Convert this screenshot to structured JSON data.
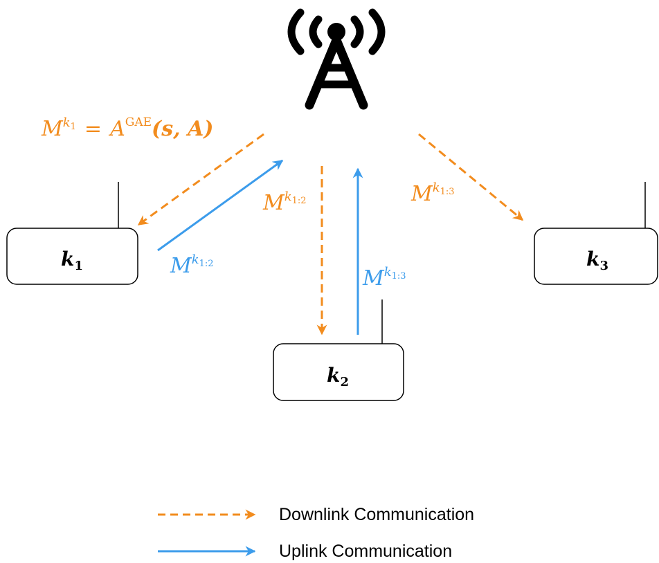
{
  "colors": {
    "downlink": "#F28C1E",
    "uplink": "#3C9CEB",
    "stroke": "#000000",
    "background": "#FFFFFF"
  },
  "base_station": {
    "icon": "cell-tower-icon"
  },
  "nodes": [
    {
      "id": "k1",
      "base": "k",
      "sub": "1"
    },
    {
      "id": "k2",
      "base": "k",
      "sub": "2"
    },
    {
      "id": "k3",
      "base": "k",
      "sub": "3"
    }
  ],
  "messages": {
    "gae": {
      "lhs_base": "M",
      "lhs_sup_base": "k",
      "lhs_sup_sub": "1",
      "equals": "=",
      "rhs_base": "A",
      "rhs_sup": "GAE",
      "rhs_args": "(s, A)"
    },
    "down_k2": {
      "base": "M",
      "sup_base": "k",
      "sup_sub": "1:2"
    },
    "down_k3": {
      "base": "M",
      "sup_base": "k",
      "sup_sub": "1:3"
    },
    "up_k1": {
      "base": "M",
      "sup_base": "k",
      "sup_sub": "1:2"
    },
    "up_k2": {
      "base": "M",
      "sup_base": "k",
      "sup_sub": "1:3"
    }
  },
  "legend": [
    {
      "style": "dashed",
      "color": "downlink",
      "label": "Downlink Communication"
    },
    {
      "style": "solid",
      "color": "uplink",
      "label": "Uplink Communication"
    }
  ]
}
